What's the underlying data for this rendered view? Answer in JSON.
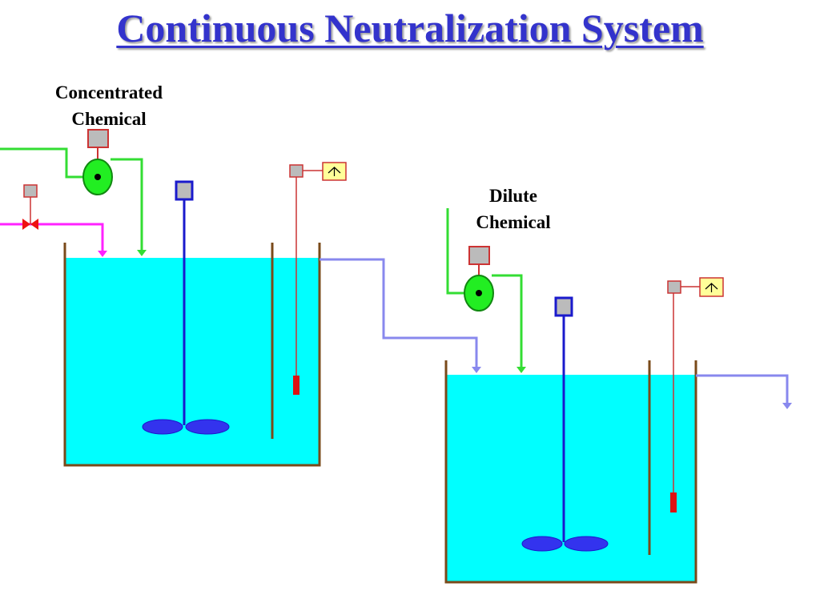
{
  "title": "Continuous Neutralization System",
  "labels": {
    "concentrated": [
      "Concentrated",
      "Chemical"
    ],
    "dilute": [
      "Dilute",
      "Chemical"
    ]
  },
  "colors": {
    "title": "#3333cc",
    "liquid": "#00ffff",
    "tank_wall": "#7a4a1a",
    "chemical_line": "#33dd33",
    "pump": "#22ee22",
    "waste_line": "#ff22ff",
    "valve": "#ee1111",
    "flow_line": "#8888ee",
    "agitator": "#1a1acc",
    "probe": "#dd3333",
    "controller_box": "#bbbbbb",
    "alarm_box": "#ffff99"
  },
  "icons": {
    "alarm": "up-arrow-alarm-icon",
    "valve": "bowtie-valve-icon",
    "pump": "pump-icon"
  }
}
